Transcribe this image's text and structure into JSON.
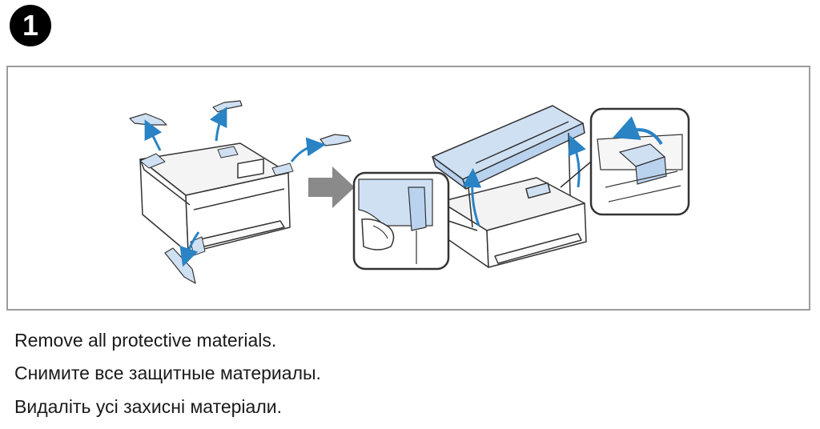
{
  "step": {
    "number": "1"
  },
  "illustration": {
    "subject": "printer-unpacking",
    "icons": [
      "printer-closed-icon",
      "printer-open-icon",
      "protective-tape-icon",
      "arrow-right-icon",
      "zoom-callout-icon"
    ],
    "colors": {
      "tape": "#cfe0f3",
      "arrow": "#2a83c4",
      "line": "#333333",
      "big_arrow": "#8a8a8a",
      "frame": "#9c9c9c"
    }
  },
  "instructions": [
    {
      "lang": "en",
      "text": "Remove all protective materials."
    },
    {
      "lang": "ru",
      "text": "Снимите все защитные материалы."
    },
    {
      "lang": "uk",
      "text": "Видаліть усі захисні матеріали."
    }
  ]
}
